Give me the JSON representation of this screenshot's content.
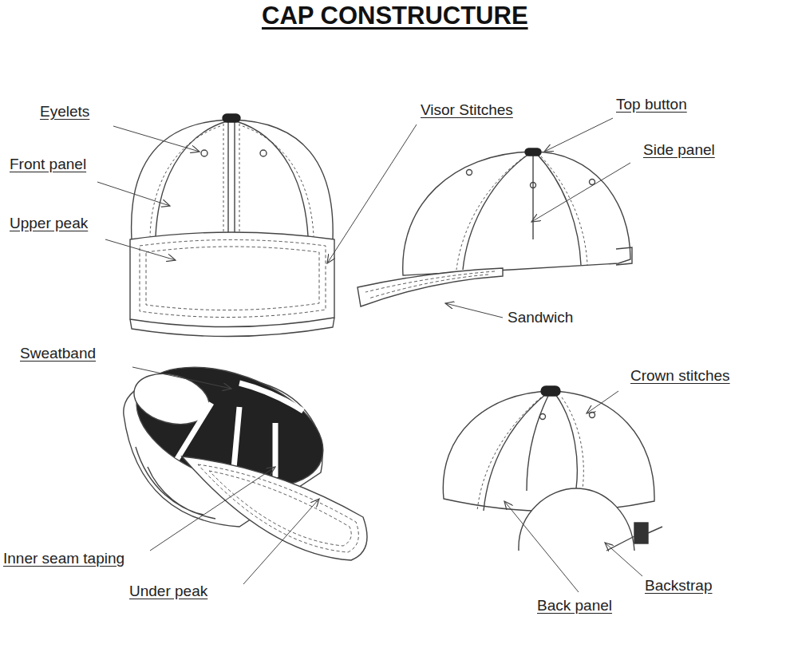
{
  "diagram": {
    "title": "CAP CONSTRUCTURE",
    "labels": [
      "Eyelets",
      "Front panel",
      "Upper peak",
      "Visor Stitches",
      "Top button",
      "Side panel",
      "Sandwich",
      "Sweatband",
      "Crown stitches",
      "Inner seam taping",
      "Under peak",
      "Backstrap",
      "Back panel"
    ]
  }
}
